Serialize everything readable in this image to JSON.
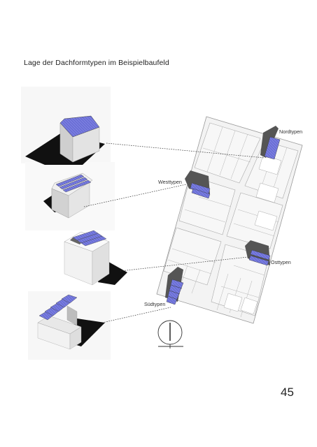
{
  "page": {
    "title": "Lage der Dachformtypen im Beispielbaufeld",
    "page_number": "45"
  },
  "labels": {
    "north": "Nordtypen",
    "west": "Westtypen",
    "east": "Osttypen",
    "south": "Südtypen"
  },
  "colors": {
    "solar": "#6b6fd6",
    "shadow": "#111111",
    "building_wall": "#d8d8d8",
    "site_fill": "#f4f4f4",
    "lines": "#9a9a9a"
  },
  "icons": [
    "north-arrow-icon"
  ]
}
